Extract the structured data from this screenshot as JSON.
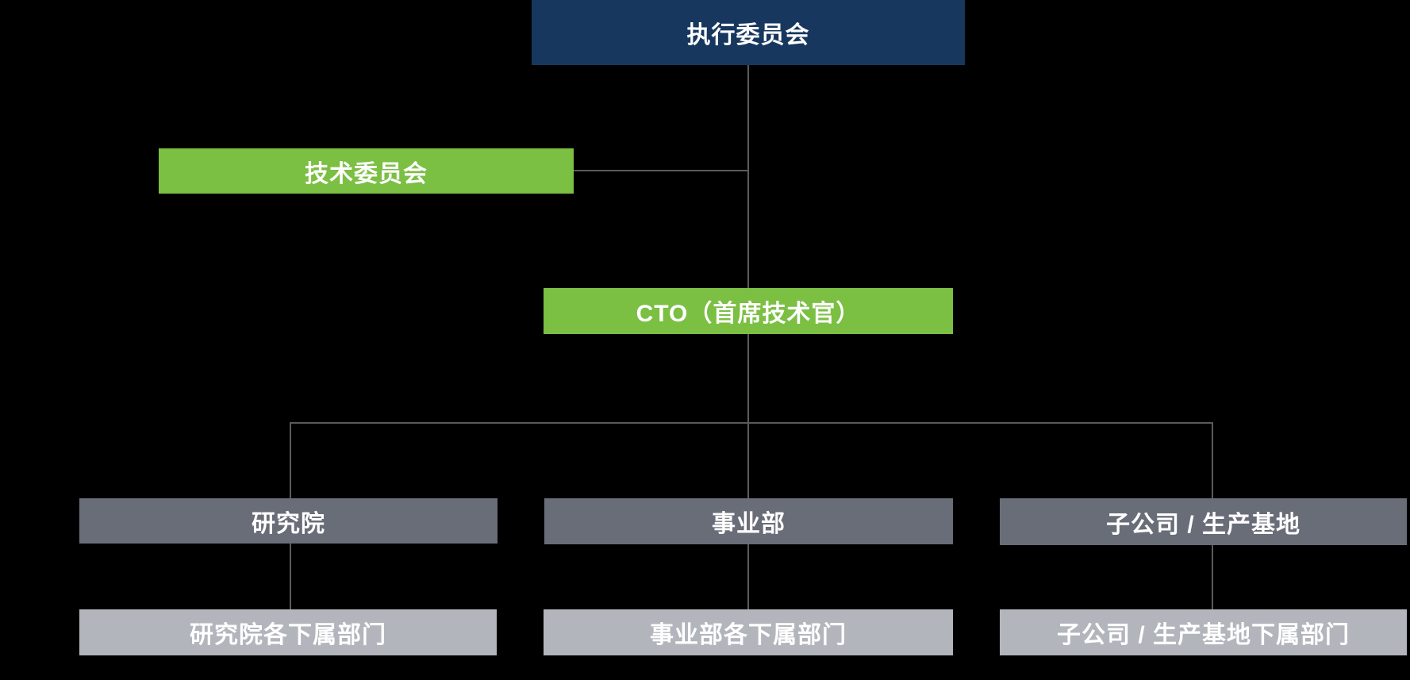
{
  "diagram": {
    "type": "org-chart",
    "background": "#000000",
    "colors": {
      "executive_box": "#17375E",
      "committee_and_cto_box": "#7BBF43",
      "division_box": "#696D78",
      "department_box": "#B2B5BB",
      "connector_line": "#5A5A5A",
      "text": "#FFFFFF"
    },
    "nodes": {
      "executive": {
        "label": "执行委员会"
      },
      "tech_committee": {
        "label": "技术委员会"
      },
      "cto": {
        "label": "CTO（首席技术官）"
      },
      "research_institute": {
        "label": "研究院"
      },
      "business_division": {
        "label": "事业部"
      },
      "subsidiary": {
        "label": "子公司 / 生产基地"
      },
      "research_departments": {
        "label": "研究院各下属部门"
      },
      "business_departments": {
        "label": "事业部各下属部门"
      },
      "subsidiary_departments": {
        "label": "子公司 / 生产基地下属部门"
      }
    },
    "hierarchy": [
      {
        "parent": "执行委员会",
        "children": [
          "CTO（首席技术官）"
        ]
      },
      {
        "parent": "执行委员会",
        "staff": [
          "技术委员会"
        ]
      },
      {
        "parent": "CTO（首席技术官）",
        "children": [
          "研究院",
          "事业部",
          "子公司 / 生产基地"
        ]
      },
      {
        "parent": "研究院",
        "children": [
          "研究院各下属部门"
        ]
      },
      {
        "parent": "事业部",
        "children": [
          "事业部各下属部门"
        ]
      },
      {
        "parent": "子公司 / 生产基地",
        "children": [
          "子公司 / 生产基地下属部门"
        ]
      }
    ]
  }
}
